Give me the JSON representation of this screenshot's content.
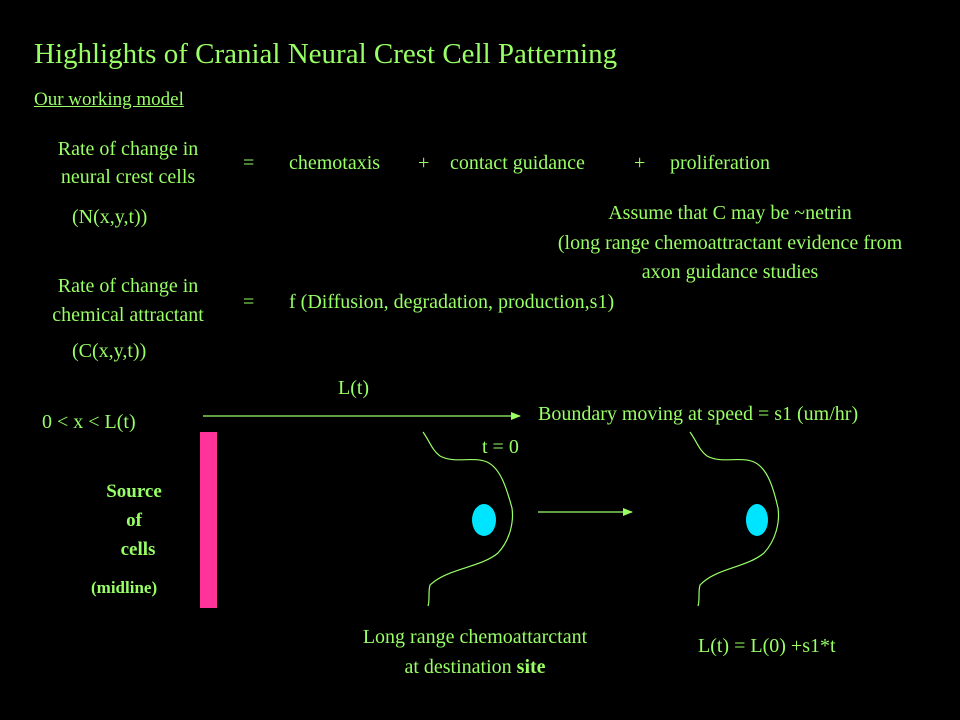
{
  "slide": {
    "title": "Highlights of Cranial Neural Crest Cell Patterning",
    "subtitle": "Our working model",
    "colors": {
      "text": "#99ff66",
      "background": "#000000",
      "source_bar": "#ff3399",
      "cell": "#00e5ff",
      "lines": "#99ff66"
    }
  },
  "equation1": {
    "lhs_line1": "Rate of change in",
    "lhs_line2": "neural crest cells",
    "equals": "=",
    "term1": "chemotaxis",
    "plus1": "+",
    "term2": "contact guidance",
    "plus2": "+",
    "term3": "proliferation",
    "variable": "(N(x,y,t))"
  },
  "assumption": {
    "line1": "Assume that C may be ~netrin",
    "line2": "(long range chemoattractant evidence from",
    "line3": "axon guidance studies"
  },
  "equation2": {
    "lhs_line1": "Rate of change in",
    "lhs_line2": "chemical attractant",
    "equals": "=",
    "rhs": "f (Diffusion, degradation, production,s1)",
    "variable": "(C(x,y,t))"
  },
  "domain": {
    "range": "0 < x < L(t)",
    "arrow_label": "L(t)",
    "boundary": "Boundary moving at speed = s1 (um/hr)",
    "t0": "t = 0"
  },
  "source": {
    "line1": "Source",
    "line2": "of",
    "line3": "cells",
    "line4": "(midline)"
  },
  "caption": {
    "line1": "Long range chemoattarctant",
    "line2_plain": "at destination ",
    "line2_bold": "site",
    "formula": "L(t) = L(0) +s1*t"
  }
}
